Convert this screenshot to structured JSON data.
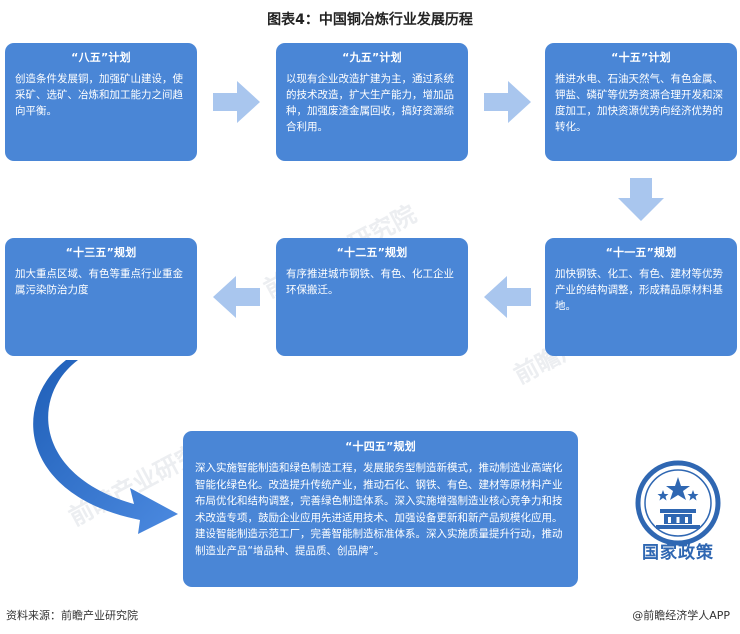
{
  "title": "图表4：中国铜冶炼行业发展历程",
  "cards": [
    {
      "title": "“八五”计划",
      "body": "创造条件发展铜，加强矿山建设，使采矿、选矿、冶炼和加工能力之间趋向平衡。"
    },
    {
      "title": "“九五”计划",
      "body": "以现有企业改造扩建为主，通过系统的技术改造，扩大生产能力，增加品种，加强废渣金属回收，搞好资源综合利用。"
    },
    {
      "title": "“十五”计划",
      "body": "推进水电、石油天然气、有色金属、钾盐、磷矿等优势资源合理开发和深度加工，加快资源优势向经济优势的转化。"
    },
    {
      "title": "“十一五”规划",
      "body": "加快钢铁、化工、有色、建材等优势产业的结构调整，形成精品原材料基地。"
    },
    {
      "title": "“十二五”规划",
      "body": "有序推进城市钢铁、有色、化工企业环保搬迁。"
    },
    {
      "title": "“十三五”规划",
      "body": "加大重点区域、有色等重点行业重金属污染防治力度"
    },
    {
      "title": "“十四五”规划",
      "body": "深入实施智能制造和绿色制造工程，发展服务型制造新模式，推动制造业高端化智能化绿色化。改造提升传统产业，推动石化、钢铁、有色、建材等原材料产业布局优化和结构调整，完善绿色制造体系。深入实施增强制造业核心竞争力和技术改造专项，鼓励企业应用先进适用技术、加强设备更新和新产品规模化应用。建设智能制造示范工厂，完善智能制造标准体系。深入实施质量提升行动，推动制造业产品“增品种、提品质、创品牌”。"
    }
  ],
  "watermark_text": "前瞻产业研究院",
  "emblem_label": "国家政策",
  "footer": {
    "source": "资料来源：前瞻产业研究院",
    "credit": "@前瞻经济学人APP"
  },
  "colors": {
    "card_fill": "#4a86d6",
    "arrow_fill": "#a9c6ee",
    "curve_fill": "#3d7ad0",
    "emblem_ring": "#2f67b2"
  }
}
